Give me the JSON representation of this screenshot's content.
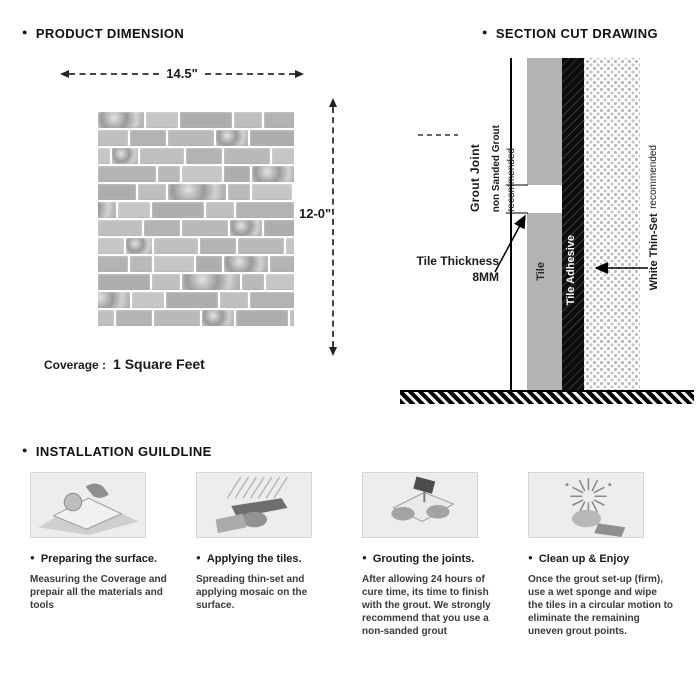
{
  "bullet": "●",
  "product_dimension": {
    "title": "PRODUCT DIMENSION",
    "width_label": "14.5\"",
    "height_label": "12-0\"",
    "coverage_label": "Coverage :",
    "coverage_value": "1 Square Feet"
  },
  "section_cut": {
    "title": "SECTION CUT DRAWING",
    "grout_joint": "Grout Joint",
    "grout_note_bold": "non Sanded Grout",
    "grout_note": "recommended",
    "thickness_label": "Tile Thickness",
    "thickness_value": "8MM",
    "tile": "Tile",
    "adhesive": "Tile Adhesive",
    "thinset_bold": "White Thin-Set",
    "thinset_note": "recommended"
  },
  "installation": {
    "title": "INSTALLATION GUILDLINE",
    "steps": [
      {
        "icon": "prepare-surface-icon",
        "title": "Preparing the surface.",
        "description": "Measuring the Coverage and prepair all the materials and tools"
      },
      {
        "icon": "apply-tiles-icon",
        "title": "Applying the tiles.",
        "description": "Spreading thin-set and applying mosaic on the surface."
      },
      {
        "icon": "grout-joints-icon",
        "title": "Grouting the joints.",
        "description": "After allowing 24 hours of cure time, its time to finish with the grout. We strongly recommend that you use a non-sanded grout"
      },
      {
        "icon": "clean-sponge-icon",
        "title": "Clean up & Enjoy",
        "description": "Once the grout set-up (firm), use a wet sponge and wipe the tiles in a circular motion to eliminate the remaining uneven grout points."
      }
    ]
  },
  "colors": {
    "tile_gray": "#b3b3b3",
    "adhesive_black": "#111111",
    "text_dark": "#1a1a1a"
  }
}
